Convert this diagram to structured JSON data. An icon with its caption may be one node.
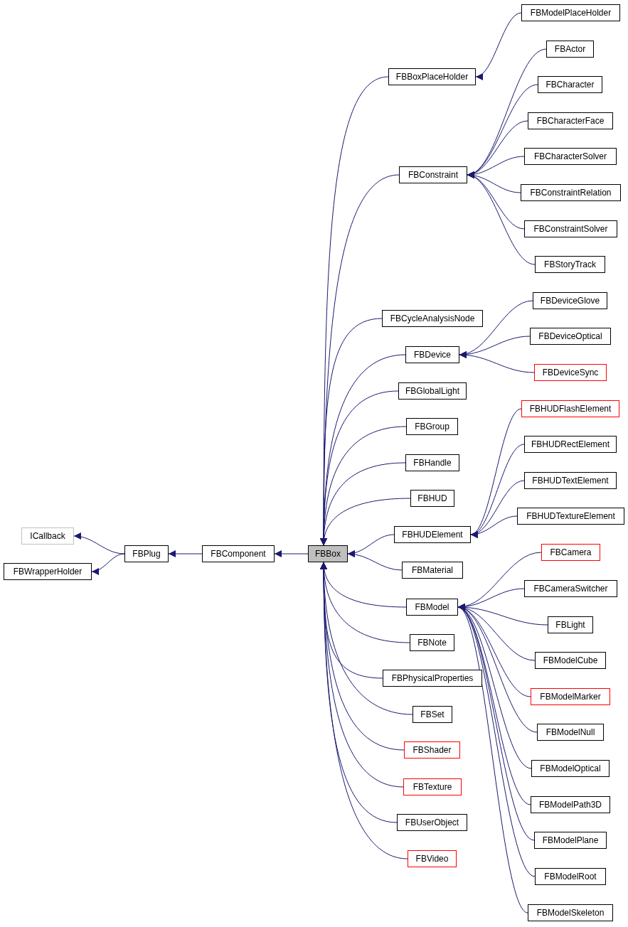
{
  "diagram": {
    "nodes": [
      {
        "text": [
          "ICallback"
        ]
      },
      {
        "text": [
          "FBWrapperHolder"
        ]
      },
      {
        "text": [
          "FBPlug"
        ]
      },
      {
        "text": [
          "FBComponent"
        ]
      },
      {
        "text": [
          "FBBox"
        ]
      },
      {
        "text": [
          "FBModelPlaceHolder"
        ]
      },
      {
        "text": [
          "FBBoxPlaceHolder"
        ]
      },
      {
        "text": [
          "FBActor"
        ]
      },
      {
        "text": [
          "FBCharacter"
        ]
      },
      {
        "text": [
          "FBCharacterFace"
        ]
      },
      {
        "text": [
          "FBConstraint"
        ]
      },
      {
        "text": [
          "FBCharacterSolver"
        ]
      },
      {
        "text": [
          "FBConstraintRelation"
        ]
      },
      {
        "text": [
          "FBConstraintSolver"
        ]
      },
      {
        "text": [
          "FBStoryTrack"
        ]
      },
      {
        "text": [
          "FBCycleAnalysisNode"
        ]
      },
      {
        "text": [
          "FBDeviceGlove"
        ]
      },
      {
        "text": [
          "FBDevice"
        ]
      },
      {
        "text": [
          "FBDeviceOptical"
        ]
      },
      {
        "text": [
          "FBDeviceSync"
        ]
      },
      {
        "text": [
          "FBGlobalLight"
        ]
      },
      {
        "text": [
          "FBHUDFlashElement"
        ]
      },
      {
        "text": [
          "FBGroup"
        ]
      },
      {
        "text": [
          "FBHUDRectElement"
        ]
      },
      {
        "text": [
          "FBHandle"
        ]
      },
      {
        "text": [
          "FBHUDTextElement"
        ]
      },
      {
        "text": [
          "FBHUD"
        ]
      },
      {
        "text": [
          "FBHUDTextureElement"
        ]
      },
      {
        "text": [
          "FBHUDElement"
        ]
      },
      {
        "text": [
          "FBCamera"
        ]
      },
      {
        "text": [
          "FBMaterial"
        ]
      },
      {
        "text": [
          "FBCameraSwitcher"
        ]
      },
      {
        "text": [
          "FBModel"
        ]
      },
      {
        "text": [
          "FBLight"
        ]
      },
      {
        "text": [
          "FBNote"
        ]
      },
      {
        "text": [
          "FBModelCube"
        ]
      },
      {
        "text": [
          "FBPhysicalProperties"
        ]
      },
      {
        "text": [
          "FBModelMarker"
        ]
      },
      {
        "text": [
          "FBSet"
        ]
      },
      {
        "text": [
          "FBModelNull"
        ]
      },
      {
        "text": [
          "FBShader"
        ]
      },
      {
        "text": [
          "FBModelOptical"
        ]
      },
      {
        "text": [
          "FBTexture"
        ]
      },
      {
        "text": [
          "FBModelPath3D"
        ]
      },
      {
        "text": [
          "FBUserObject"
        ]
      },
      {
        "text": [
          "FBModelPlane"
        ]
      },
      {
        "text": [
          "FBVideo"
        ]
      },
      {
        "text": [
          "FBModelRoot"
        ]
      },
      {
        "text": [
          "FBModelSkeleton"
        ]
      }
    ],
    "edges": [
      {
        "from": 2,
        "to": 0,
        "arrow": "to"
      },
      {
        "from": 2,
        "to": 1,
        "arrow": "to"
      },
      {
        "from": 3,
        "to": 2,
        "arrow": "to"
      },
      {
        "from": 4,
        "to": 3,
        "arrow": "to"
      },
      {
        "from": 6,
        "to": 4,
        "arrow": "to"
      },
      {
        "from": 10,
        "to": 4,
        "arrow": "to"
      },
      {
        "from": 15,
        "to": 4,
        "arrow": "to"
      },
      {
        "from": 17,
        "to": 4,
        "arrow": "to"
      },
      {
        "from": 20,
        "to": 4,
        "arrow": "to"
      },
      {
        "from": 22,
        "to": 4,
        "arrow": "to"
      },
      {
        "from": 24,
        "to": 4,
        "arrow": "to"
      },
      {
        "from": 26,
        "to": 4,
        "arrow": "to"
      },
      {
        "from": 28,
        "to": 4,
        "arrow": "to"
      },
      {
        "from": 30,
        "to": 4,
        "arrow": "to"
      },
      {
        "from": 32,
        "to": 4,
        "arrow": "to"
      },
      {
        "from": 34,
        "to": 4,
        "arrow": "to"
      },
      {
        "from": 36,
        "to": 4,
        "arrow": "to"
      },
      {
        "from": 38,
        "to": 4,
        "arrow": "to"
      },
      {
        "from": 40,
        "to": 4,
        "arrow": "to"
      },
      {
        "from": 42,
        "to": 4,
        "arrow": "to"
      },
      {
        "from": 44,
        "to": 4,
        "arrow": "to"
      },
      {
        "from": 46,
        "to": 4,
        "arrow": "to"
      },
      {
        "from": 5,
        "to": 6,
        "arrow": "to"
      },
      {
        "from": 7,
        "to": 10,
        "arrow": "to"
      },
      {
        "from": 8,
        "to": 10,
        "arrow": "to"
      },
      {
        "from": 9,
        "to": 10,
        "arrow": "to"
      },
      {
        "from": 11,
        "to": 10,
        "arrow": "to"
      },
      {
        "from": 12,
        "to": 10,
        "arrow": "to"
      },
      {
        "from": 13,
        "to": 10,
        "arrow": "to"
      },
      {
        "from": 14,
        "to": 10,
        "arrow": "to"
      },
      {
        "from": 16,
        "to": 17,
        "arrow": "to"
      },
      {
        "from": 18,
        "to": 17,
        "arrow": "to"
      },
      {
        "from": 19,
        "to": 17,
        "arrow": "to"
      },
      {
        "from": 21,
        "to": 28,
        "arrow": "to"
      },
      {
        "from": 23,
        "to": 28,
        "arrow": "to"
      },
      {
        "from": 25,
        "to": 28,
        "arrow": "to"
      },
      {
        "from": 27,
        "to": 28,
        "arrow": "to"
      },
      {
        "from": 29,
        "to": 32,
        "arrow": "to"
      },
      {
        "from": 31,
        "to": 32,
        "arrow": "to"
      },
      {
        "from": 33,
        "to": 32,
        "arrow": "to"
      },
      {
        "from": 35,
        "to": 32,
        "arrow": "to"
      },
      {
        "from": 37,
        "to": 32,
        "arrow": "to"
      },
      {
        "from": 39,
        "to": 32,
        "arrow": "to"
      },
      {
        "from": 41,
        "to": 32,
        "arrow": "to"
      },
      {
        "from": 43,
        "to": 32,
        "arrow": "to"
      },
      {
        "from": 45,
        "to": 32,
        "arrow": "to"
      },
      {
        "from": 47,
        "to": 32,
        "arrow": "to"
      },
      {
        "from": 48,
        "to": 32,
        "arrow": "to"
      }
    ]
  }
}
